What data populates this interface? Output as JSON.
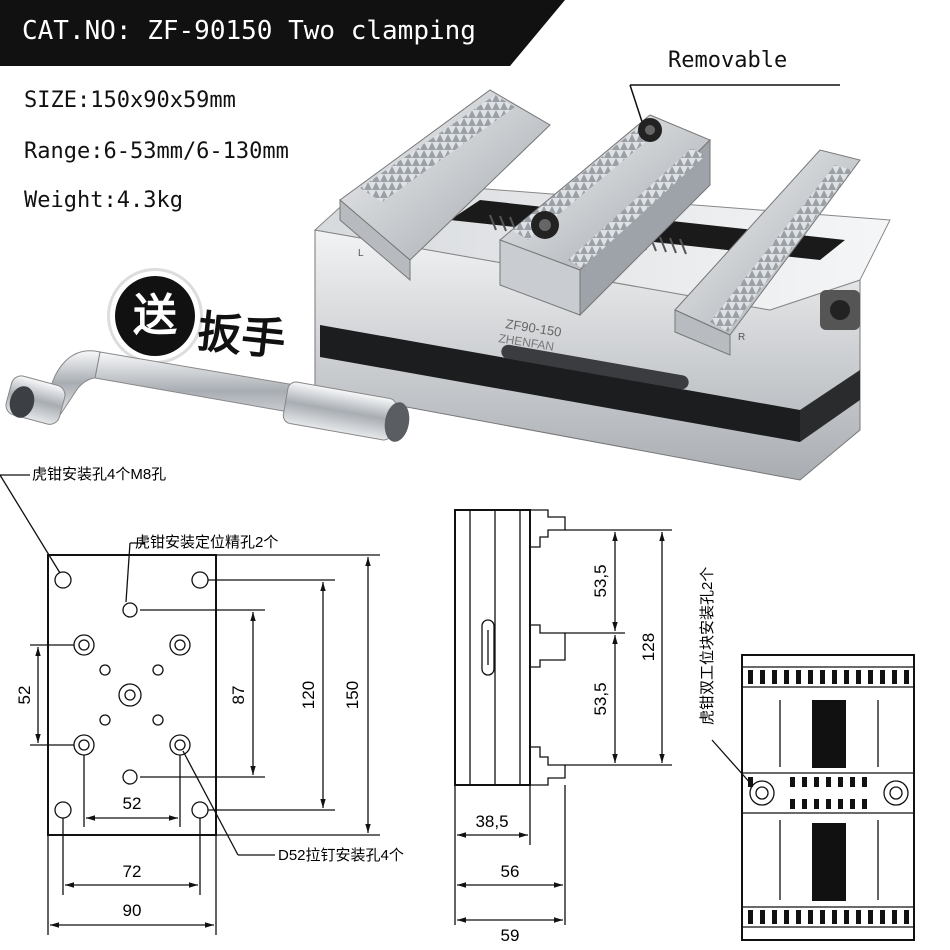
{
  "header": {
    "title": "CAT.NO: ZF-90150 Two clamping"
  },
  "specs": {
    "size": "SIZE:150x90x59mm",
    "range": "Range:6-53mm/6-130mm",
    "weight": "Weight:4.3kg"
  },
  "callouts": {
    "removable": "Removable",
    "gift_badge": "送",
    "gift_item": "扳手",
    "vise_engraving_model": "ZF90-150",
    "vise_engraving_brand": "ZHENFAN",
    "jaw_left_mark": "L",
    "jaw_right_mark": "R"
  },
  "drawing": {
    "notes": {
      "m8_holes": "虎钳安装孔4个M8孔",
      "locating_holes": "虎钳安装定位精孔2个",
      "d52_holes": "D52拉钉安装孔4个",
      "dual_station_holes": "虎钳双工位块安装孔2个"
    },
    "top_view_dims": {
      "d52_left": "52",
      "d87": "87",
      "d120": "120",
      "d150": "150",
      "d52_bottom": "52",
      "d72": "72",
      "d90": "90"
    },
    "side_view_dims": {
      "d53_5_top": "53,5",
      "d53_5_bottom": "53,5",
      "d128": "128",
      "d38_5": "38,5",
      "d56": "56",
      "d59": "59"
    }
  },
  "colors": {
    "banner": "#111111",
    "steel_light": "#e6e8ea",
    "steel_dark": "#6f747a",
    "line": "#111111"
  }
}
